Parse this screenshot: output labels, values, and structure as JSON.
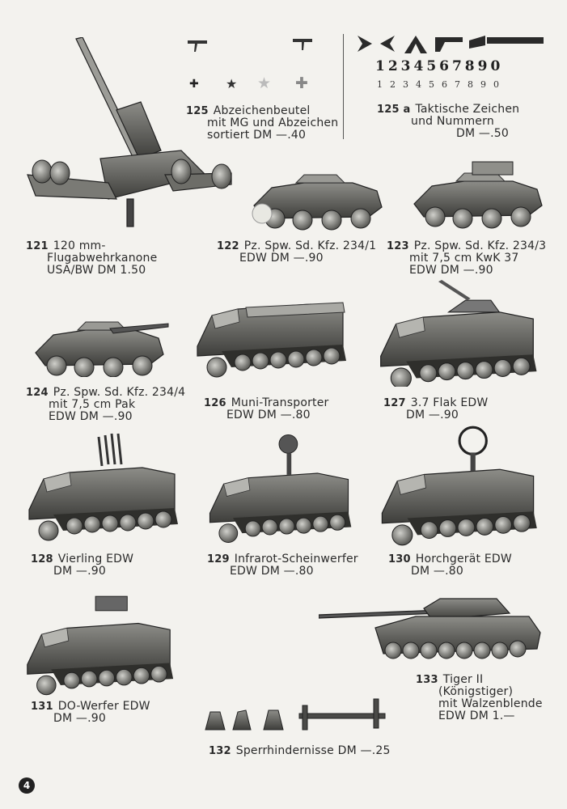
{
  "page_number": "4",
  "sheet_125a": {
    "digits_large": "1234567890",
    "digits_small": "1234567890"
  },
  "items": {
    "i125": {
      "num": "125",
      "l1": "Abzeichenbeutel",
      "l2": "mit MG und Abzeichen",
      "l3": "sortiert  DM —.40"
    },
    "i125a": {
      "num": "125 a",
      "l1": "Taktische Zeichen",
      "l2": "und Nummern",
      "l3": "DM —.50"
    },
    "i121": {
      "num": "121",
      "l1": "120 mm-",
      "l2": "Flugabwehrkanone",
      "l3": "USA/BW  DM 1.50"
    },
    "i122": {
      "num": "122",
      "l1": "Pz. Spw. Sd. Kfz. 234/1",
      "l2": "EDW  DM —.90"
    },
    "i123": {
      "num": "123",
      "l1": "Pz. Spw. Sd. Kfz. 234/3",
      "l2": "mit 7,5 cm KwK 37",
      "l3": "EDW  DM —.90"
    },
    "i124": {
      "num": "124",
      "l1": "Pz. Spw. Sd. Kfz. 234/4",
      "l2": "mit 7,5 cm Pak",
      "l3": "EDW  DM —.90"
    },
    "i126": {
      "num": "126",
      "l1": "Muni-Transporter",
      "l2": "EDW  DM —.80"
    },
    "i127": {
      "num": "127",
      "l1": "3.7 Flak EDW",
      "l2": "DM —.90"
    },
    "i128": {
      "num": "128",
      "l1": "Vierling EDW",
      "l2": "DM —.90"
    },
    "i129": {
      "num": "129",
      "l1": "Infrarot-Scheinwerfer",
      "l2": "EDW  DM —.80"
    },
    "i130": {
      "num": "130",
      "l1": "Horchgerät EDW",
      "l2": "DM —.80"
    },
    "i131": {
      "num": "131",
      "l1": "DO-Werfer EDW",
      "l2": "DM —.90"
    },
    "i132": {
      "num": "132",
      "l1": "Sperrhindernisse  DM —.25"
    },
    "i133": {
      "num": "133",
      "l1": "Tiger II",
      "l2": "(Königstiger)",
      "l3": "mit Walzenblende",
      "l4": "EDW  DM 1.—"
    }
  }
}
